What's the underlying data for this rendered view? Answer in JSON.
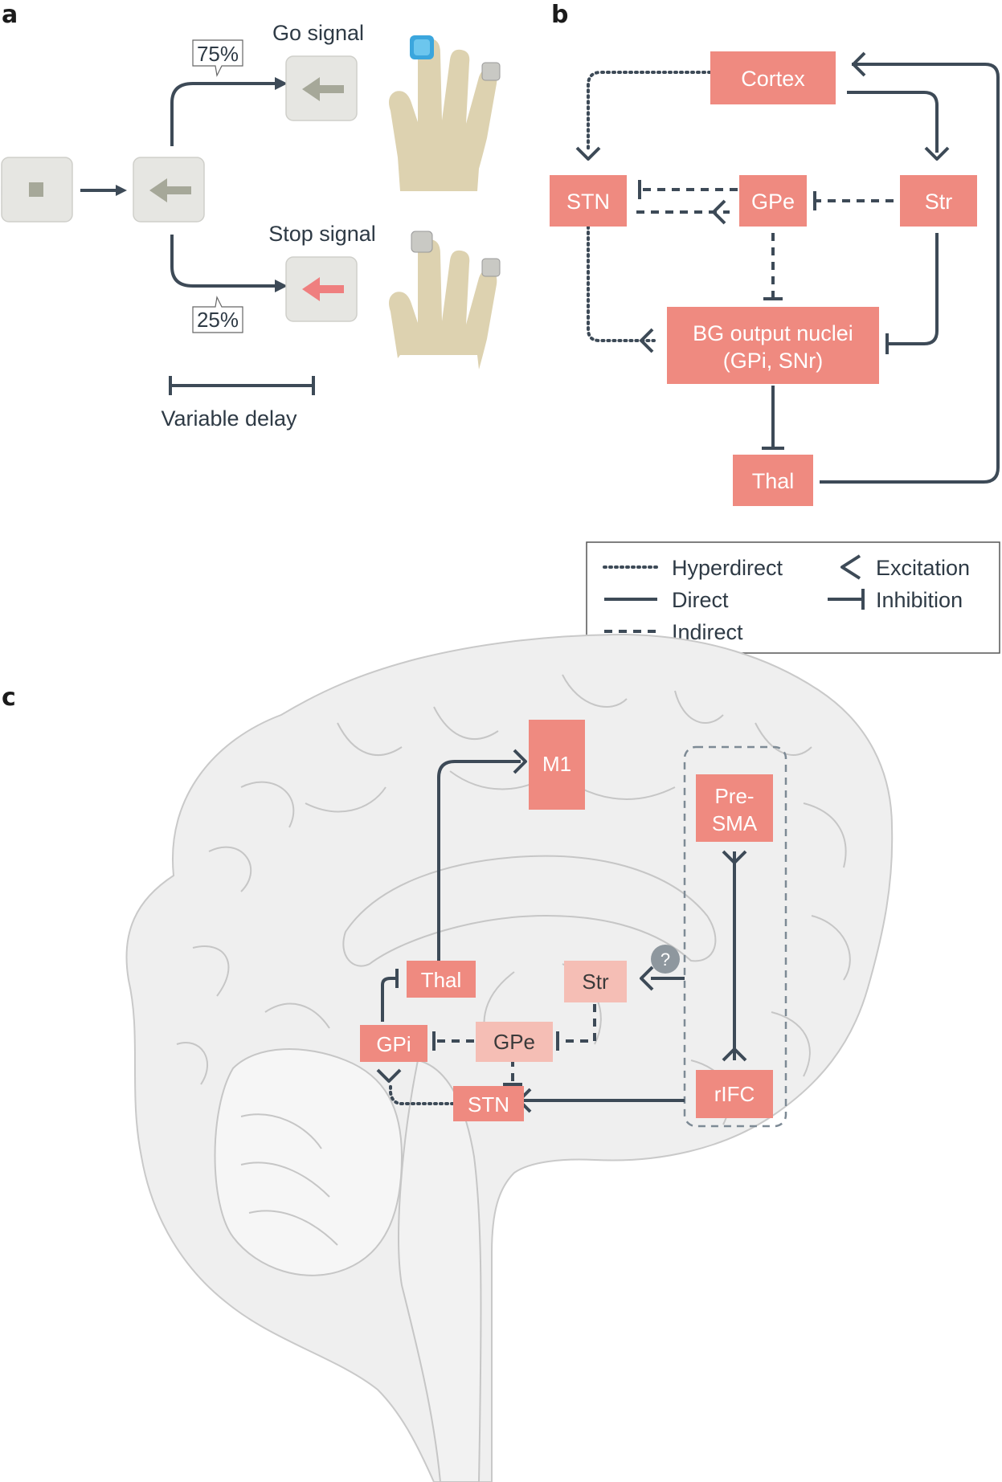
{
  "panels": {
    "a": "a",
    "b": "b",
    "c": "c"
  },
  "panel_a": {
    "go_signal": "Go signal",
    "stop_signal": "Stop signal",
    "go_probability": "75%",
    "stop_probability": "25%",
    "delay_label": "Variable delay"
  },
  "panel_b": {
    "nodes": {
      "cortex": "Cortex",
      "stn": "STN",
      "gpe": "GPe",
      "str": "Str",
      "bg_output_line1": "BG output nuclei",
      "bg_output_line2": "(GPi, SNr)",
      "thal": "Thal"
    },
    "legend": {
      "hyperdirect": "Hyperdirect",
      "direct": "Direct",
      "indirect": "Indirect",
      "excitation": "Excitation",
      "inhibition": "Inhibition"
    }
  },
  "panel_c": {
    "nodes": {
      "m1": "M1",
      "presma_line1": "Pre-",
      "presma_line2": "SMA",
      "rifc": "rIFC",
      "thal": "Thal",
      "str": "Str",
      "gpi": "GPi",
      "gpe": "GPe",
      "stn": "STN"
    },
    "question_mark": "?"
  },
  "colors": {
    "node": "#ef8a80",
    "node_light": "#f5beb5",
    "line": "#3d4a57",
    "stop_arrow": "#ef7f7f",
    "go_arrow": "#a6a899",
    "hand": "#ddd2b0",
    "brain": "#efefef"
  }
}
